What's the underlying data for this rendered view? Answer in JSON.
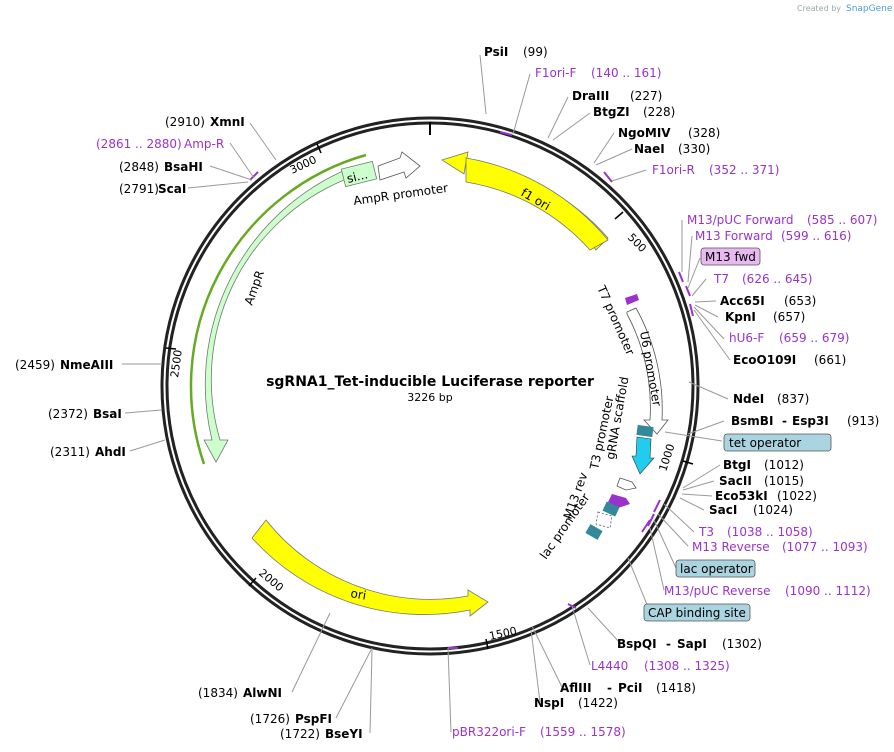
{
  "brand": {
    "created_by": "Created by",
    "name": "SnapGene"
  },
  "plasmid": {
    "name": "sgRNA1_Tet-inducible Luciferase reporter",
    "length_label": "3226 bp"
  },
  "ticks": {
    "t500": "500",
    "t1000": "1000",
    "t1500": "1500",
    "t2000": "2000",
    "t2500": "2500",
    "t3000": "3000"
  },
  "sites": {
    "psi": {
      "name": "PsiI",
      "pos": "(99)"
    },
    "dra": {
      "name": "DraIII",
      "pos": "(227)"
    },
    "btgz": {
      "name": "BtgZI",
      "pos": "(228)"
    },
    "ngo": {
      "name": "NgoMIV",
      "pos": "(328)"
    },
    "nae": {
      "name": "NaeI",
      "pos": "(330)"
    },
    "acc": {
      "name": "Acc65I",
      "pos": "(653)"
    },
    "kpn": {
      "name": "KpnI",
      "pos": "(657)"
    },
    "eco109": {
      "name": "EcoO109I",
      "pos": "(661)"
    },
    "nde": {
      "name": "NdeI",
      "pos": "(837)"
    },
    "bsmb": {
      "name": "BsmBI",
      "sep": "-",
      "name2": "Esp3I",
      "pos": "(913)"
    },
    "btgi": {
      "name": "BtgI",
      "pos": "(1012)"
    },
    "sac2": {
      "name": "SacII",
      "pos": "(1015)"
    },
    "eco53": {
      "name": "Eco53kI",
      "pos": "(1022)"
    },
    "sac1": {
      "name": "SacI",
      "pos": "(1024)"
    },
    "bspq": {
      "name": "BspQI",
      "sep": "-",
      "name2": "SapI",
      "pos": "(1302)"
    },
    "afl": {
      "name": "AflIII",
      "sep": "-",
      "name2": "PciI",
      "pos": "(1418)"
    },
    "nsp": {
      "name": "NspI",
      "pos": "(1422)"
    },
    "alw": {
      "name": "AlwNI",
      "pos": "(1834)"
    },
    "pspf": {
      "name": "PspFI",
      "pos": "(1726)"
    },
    "bsey": {
      "name": "BseYI",
      "pos": "(1722)"
    },
    "ahd": {
      "name": "AhdI",
      "pos": "(2311)"
    },
    "bsa": {
      "name": "BsaI",
      "pos": "(2372)"
    },
    "nme": {
      "name": "NmeAIII",
      "pos": "(2459)"
    },
    "sca": {
      "name": "ScaI",
      "pos": "(2791)"
    },
    "bsah": {
      "name": "BsaHI",
      "pos": "(2848)"
    },
    "xmn": {
      "name": "XmnI",
      "pos": "(2910)"
    }
  },
  "primers": {
    "f1orif": {
      "name": "F1ori-F",
      "range": "(140 .. 161)"
    },
    "f1orir": {
      "name": "F1ori-R",
      "range": "(352 .. 371)"
    },
    "m13puc": {
      "name": "M13/pUC Forward",
      "range": "(585 .. 607)"
    },
    "m13fwd": {
      "name": "M13 Forward",
      "range": "(599 .. 616)"
    },
    "t7": {
      "name": "T7",
      "range": "(626 .. 645)"
    },
    "hu6": {
      "name": "hU6-F",
      "range": "(659 .. 679)"
    },
    "t3": {
      "name": "T3",
      "range": "(1038 .. 1058)"
    },
    "m13rev": {
      "name": "M13 Reverse",
      "range": "(1077 .. 1093)"
    },
    "m13pucrev": {
      "name": "M13/pUC Reverse",
      "range": "(1090 .. 1112)"
    },
    "l4440": {
      "name": "L4440",
      "range": "(1308 .. 1325)"
    },
    "pbr": {
      "name": "pBR322ori-F",
      "range": "(1559 .. 1578)"
    },
    "ampr": {
      "name": "Amp-R",
      "range": "(2861 .. 2880)"
    }
  },
  "boxed": {
    "m13fwd": "M13 fwd",
    "tetop": "tet operator",
    "lacop": "lac operator",
    "cap": "CAP binding site"
  },
  "features": {
    "f1ori": "f1 ori",
    "ori": "ori",
    "ampr": "AmpR",
    "amprprom": "AmpR promoter",
    "sig": "si...",
    "t7prom": "T7 promoter",
    "u6prom": "U6 promoter",
    "grna": "gRNA scaffold",
    "t3prom": "T3 promoter",
    "m13rev": "M13 rev",
    "lacprom": "lac promoter"
  },
  "colors": {
    "yellow": "#ffff00",
    "green": "#ccffcc",
    "cyan": "#22ccee",
    "purple": "#9933cc",
    "teal": "#33889a",
    "boxblue": "#aad4e0",
    "boxpurple": "#e8b8f0"
  }
}
